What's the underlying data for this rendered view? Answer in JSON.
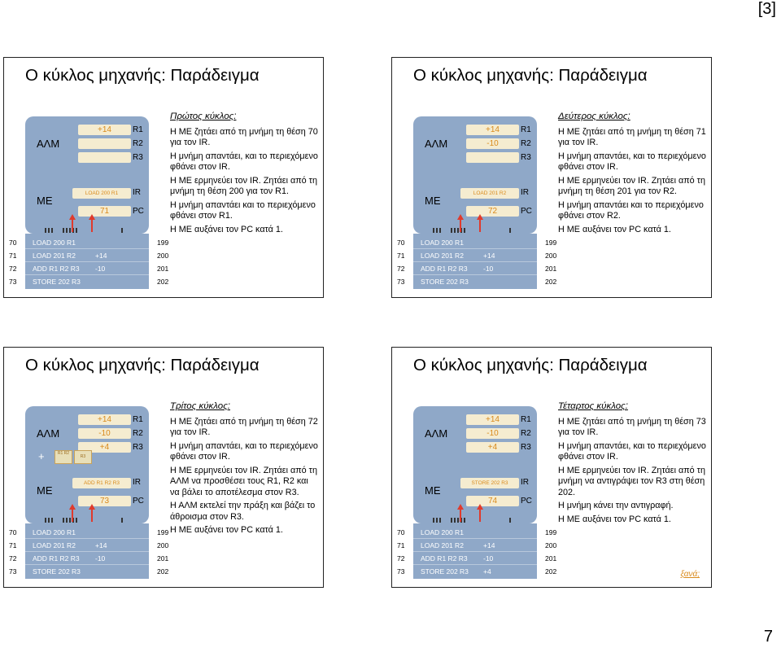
{
  "page_label": "[3]",
  "page_number": "7",
  "slides": [
    {
      "title": "Ο κύκλος μηχανής: Παράδειγμα",
      "alu_label": "ΑΛΜ",
      "me_label": "ΜΕ",
      "registers": [
        {
          "name": "R1",
          "value": "+14"
        },
        {
          "name": "R2",
          "value": ""
        },
        {
          "name": "R3",
          "value": ""
        }
      ],
      "ir": {
        "name": "IR",
        "value": "LOAD 200 R1"
      },
      "pc": {
        "name": "PC",
        "value": "71"
      },
      "memory": [
        {
          "addr": "70",
          "code": "LOAD 200 R1",
          "data": "",
          "daddr": "199"
        },
        {
          "addr": "71",
          "code": "LOAD 201 R2",
          "data": "+14",
          "daddr": "200"
        },
        {
          "addr": "72",
          "code": "ADD R1 R2 R3",
          "data": "-10",
          "daddr": "201"
        },
        {
          "addr": "73",
          "code": "STORE 202 R3",
          "data": "",
          "daddr": "202"
        }
      ],
      "cycle_title": "Πρώτος κύκλος:",
      "lines": [
        "Η ΜΕ ζητάει από τη μνήμη τη θέση 70 για τον IR.",
        "Η μνήμη απαντάει, και το περιεχόμενο φθάνει στον IR.",
        "Η ΜΕ ερμηνεύει τον IR. Ζητάει από τη μνήμη τη θέση 200 για τον R1.",
        "Η μνήμη απαντάει και το περιεχόμενο φθάνει στον R1.",
        "Η ΜΕ αυξάνει τον PC κατά 1."
      ]
    },
    {
      "title": "Ο κύκλος μηχανής: Παράδειγμα",
      "alu_label": "ΑΛΜ",
      "me_label": "ΜΕ",
      "registers": [
        {
          "name": "R1",
          "value": "+14"
        },
        {
          "name": "R2",
          "value": "-10"
        },
        {
          "name": "R3",
          "value": ""
        }
      ],
      "ir": {
        "name": "IR",
        "value": "LOAD 201 R2"
      },
      "pc": {
        "name": "PC",
        "value": "72"
      },
      "memory": [
        {
          "addr": "70",
          "code": "LOAD 200 R1",
          "data": "",
          "daddr": "199"
        },
        {
          "addr": "71",
          "code": "LOAD 201 R2",
          "data": "+14",
          "daddr": "200"
        },
        {
          "addr": "72",
          "code": "ADD R1 R2 R3",
          "data": "-10",
          "daddr": "201"
        },
        {
          "addr": "73",
          "code": "STORE 202 R3",
          "data": "",
          "daddr": "202"
        }
      ],
      "cycle_title": "Δεύτερος κύκλος:",
      "lines": [
        "Η ΜΕ ζητάει από τη μνήμη τη θέση 71 για τον IR.",
        "Η μνήμη απαντάει, και το περιεχόμενο φθάνει στον IR.",
        "Η ΜΕ ερμηνεύει τον IR. Ζητάει από τη μνήμη τη θέση 201 για τον R2.",
        "Η μνήμη απαντάει και το περιεχόμενο φθάνει στον R2.",
        "Η ΜΕ αυξάνει τον PC κατά 1."
      ]
    },
    {
      "title": "Ο κύκλος μηχανής: Παράδειγμα",
      "alu_label": "ΑΛΜ",
      "me_label": "ΜΕ",
      "registers": [
        {
          "name": "R1",
          "value": "+14"
        },
        {
          "name": "R2",
          "value": "-10"
        },
        {
          "name": "R3",
          "value": "+4"
        }
      ],
      "ir": {
        "name": "IR",
        "value": "ADD R1 R2 R3"
      },
      "pc": {
        "name": "PC",
        "value": "73"
      },
      "alu_op": {
        "symbol": "+",
        "in1": "R1 R2",
        "out": "R3"
      },
      "memory": [
        {
          "addr": "70",
          "code": "LOAD 200 R1",
          "data": "",
          "daddr": "199"
        },
        {
          "addr": "71",
          "code": "LOAD 201 R2",
          "data": "+14",
          "daddr": "200"
        },
        {
          "addr": "72",
          "code": "ADD R1 R2 R3",
          "data": "-10",
          "daddr": "201"
        },
        {
          "addr": "73",
          "code": "STORE 202 R3",
          "data": "",
          "daddr": "202"
        }
      ],
      "cycle_title": "Τρίτος κύκλος:",
      "lines": [
        "Η ΜΕ ζητάει από τη μνήμη τη θέση 72 για τον IR.",
        "Η μνήμη απαντάει, και το περιεχόμενο φθάνει στον IR.",
        "Η ΜΕ ερμηνεύει τον IR. Ζητάει από τη ΑΛΜ να προσθέσει τους R1, R2 και να βάλει το αποτέλεσμα στον R3.",
        "Η ΑΛΜ εκτελεί την πράξη και βάζει το άθροισμα στον R3.",
        "Η ΜΕ αυξάνει τον PC κατά 1."
      ]
    },
    {
      "title": "Ο κύκλος μηχανής: Παράδειγμα",
      "alu_label": "ΑΛΜ",
      "me_label": "ΜΕ",
      "registers": [
        {
          "name": "R1",
          "value": "+14"
        },
        {
          "name": "R2",
          "value": "-10"
        },
        {
          "name": "R3",
          "value": "+4"
        }
      ],
      "ir": {
        "name": "IR",
        "value": "STORE 202 R3"
      },
      "pc": {
        "name": "PC",
        "value": "74"
      },
      "memory": [
        {
          "addr": "70",
          "code": "LOAD 200 R1",
          "data": "",
          "daddr": "199"
        },
        {
          "addr": "71",
          "code": "LOAD 201 R2",
          "data": "+14",
          "daddr": "200"
        },
        {
          "addr": "72",
          "code": "ADD R1 R2 R3",
          "data": "-10",
          "daddr": "201"
        },
        {
          "addr": "73",
          "code": "STORE 202 R3",
          "data": "+4",
          "daddr": "202"
        }
      ],
      "cycle_title": "Τέταρτος κύκλος:",
      "lines": [
        "Η ΜΕ ζητάει από τη μνήμη τη θέση 73 για τον IR.",
        "Η μνήμη απαντάει, και το περιεχόμενο φθάνει στον IR.",
        "Η ΜΕ ερμηνεύει τον IR. Ζητάει από τη μνήμη να αντιγράψει τον R3 στη θέση 202.",
        "Η μνήμη κάνει την αντιγραφή.",
        "Η ΜΕ αυξάνει τον PC κατά 1."
      ],
      "next_link": "ξανά;"
    }
  ]
}
